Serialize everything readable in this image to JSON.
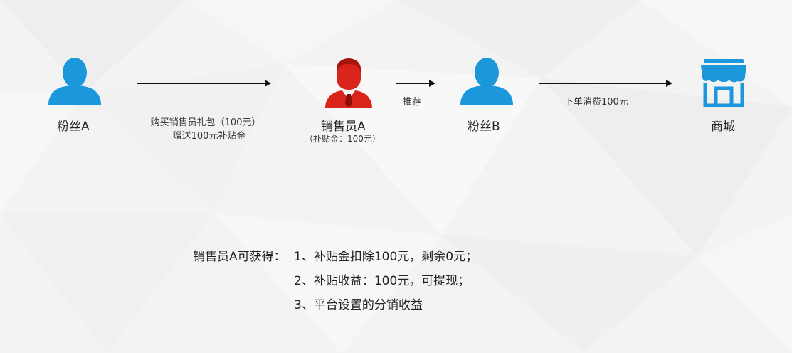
{
  "colors": {
    "blue": "#1b97db",
    "red": "#d8241a",
    "bg": "#f3f3f4"
  },
  "nodes": {
    "fan_a": {
      "label": "粉丝A",
      "icon": "person-icon"
    },
    "seller_a": {
      "label": "销售员A",
      "sub": "（补贴金：100元）",
      "icon": "person-tie-icon"
    },
    "fan_b": {
      "label": "粉丝B",
      "icon": "person-icon"
    },
    "mall": {
      "label": "商城",
      "icon": "storefront-icon"
    }
  },
  "edges": {
    "e1_line1": "购买销售员礼包（100元）",
    "e1_line2": "赠送100元补贴金",
    "e2": "推荐",
    "e3": "下单消费100元"
  },
  "summary": {
    "prefix": "销售员A可获得：",
    "items": [
      "1、补贴金扣除100元，剩余0元；",
      "2、补贴收益：100元，可提现；",
      "3、平台设置的分销收益"
    ]
  }
}
